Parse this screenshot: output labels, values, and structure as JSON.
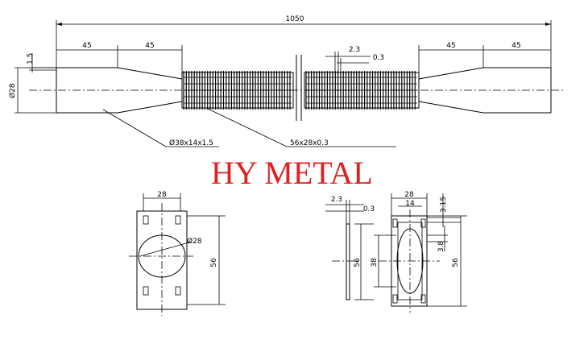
{
  "watermark": {
    "text": "HY METAL",
    "color": "#e02020"
  },
  "elevation": {
    "overall_length": "1050",
    "end_left_1": "45",
    "end_left_2": "45",
    "end_right_1": "45",
    "end_right_2": "45",
    "wall_thickness": "1.5",
    "diameter": "Ø28",
    "fin_pitch": "2.3",
    "fin_thickness": "0.3",
    "callout_tube": "Ø38x14x1.5",
    "callout_fin": "56x28x0.3"
  },
  "section_left": {
    "width": "28",
    "diameter": "Ø28",
    "height": "56"
  },
  "section_right": {
    "fin_pitch": "2.3",
    "fin_thickness": "0.3",
    "outer_width": "28",
    "inner_width": "14",
    "hole_offset": "3.15",
    "hole_dia": "3.8",
    "outer_height": "56",
    "inner_height": "38",
    "slot_height": "56"
  }
}
